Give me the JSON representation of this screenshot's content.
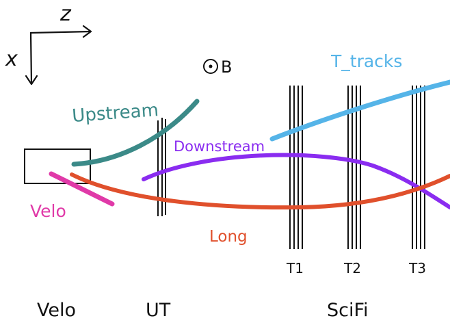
{
  "axes": {
    "z_label": "z",
    "x_label": "x",
    "field_label": "B"
  },
  "colors": {
    "ink": "#111111",
    "upstream": "#3b8a88",
    "downstream": "#8a2cf0",
    "long": "#e0502c",
    "velo": "#e03aa8",
    "ttracks": "#55b4e8"
  },
  "tracks": {
    "upstream": "Upstream",
    "downstream": "Downstream",
    "long": "Long",
    "velo": "Velo",
    "ttracks": "T_tracks"
  },
  "stations": [
    "T1",
    "T2",
    "T3"
  ],
  "detectors": {
    "velo": "Velo",
    "ut": "UT",
    "scifi": "SciFi"
  }
}
